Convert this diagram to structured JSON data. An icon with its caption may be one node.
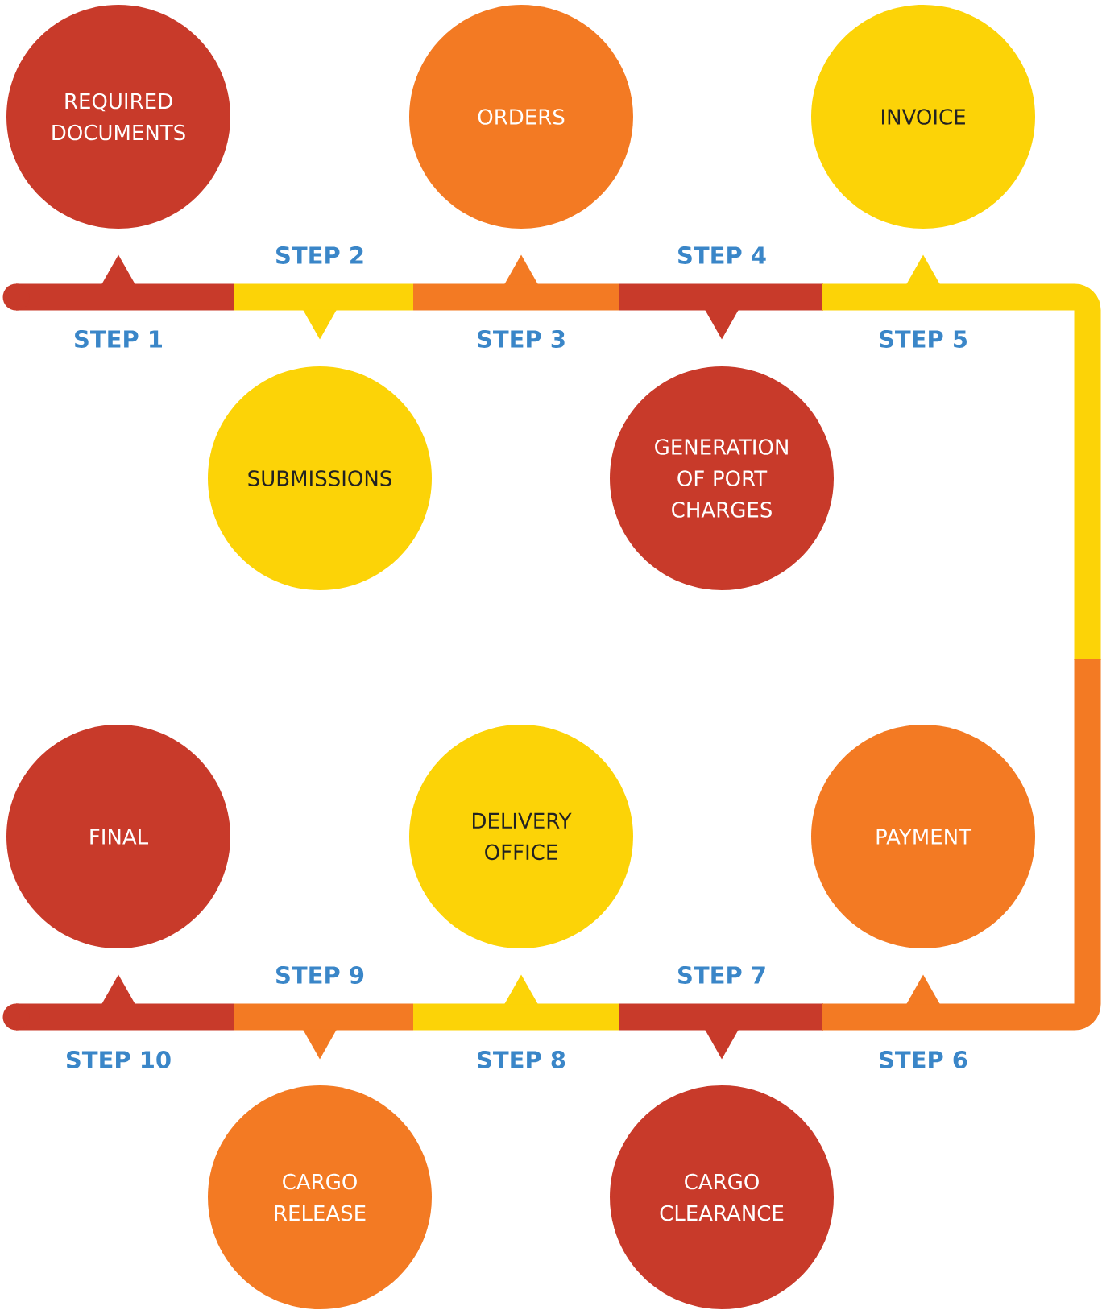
{
  "diagram": {
    "nodes": [
      {
        "text": [
          "REQUIRED DOCUMENTS"
        ]
      },
      {
        "text": [
          "ORDERS"
        ]
      },
      {
        "text": [
          "INVOICE"
        ]
      },
      {
        "text": [
          "SUBMISSIONS"
        ]
      },
      {
        "text": [
          "GENERATION OF PORT CHARGES"
        ]
      },
      {
        "text": [
          "FINAL"
        ]
      },
      {
        "text": [
          "DELIVERY OFFICE"
        ]
      },
      {
        "text": [
          "PAYMENT"
        ]
      },
      {
        "text": [
          "CARGO RELEASE"
        ]
      },
      {
        "text": [
          "CARGO CLEARANCE"
        ]
      }
    ],
    "labels": [
      "STEP 2",
      "STEP 4",
      "STEP 1",
      "STEP 3",
      "STEP 5",
      "STEP 9",
      "STEP 7",
      "STEP 10",
      "STEP 8",
      "STEP 6"
    ]
  }
}
